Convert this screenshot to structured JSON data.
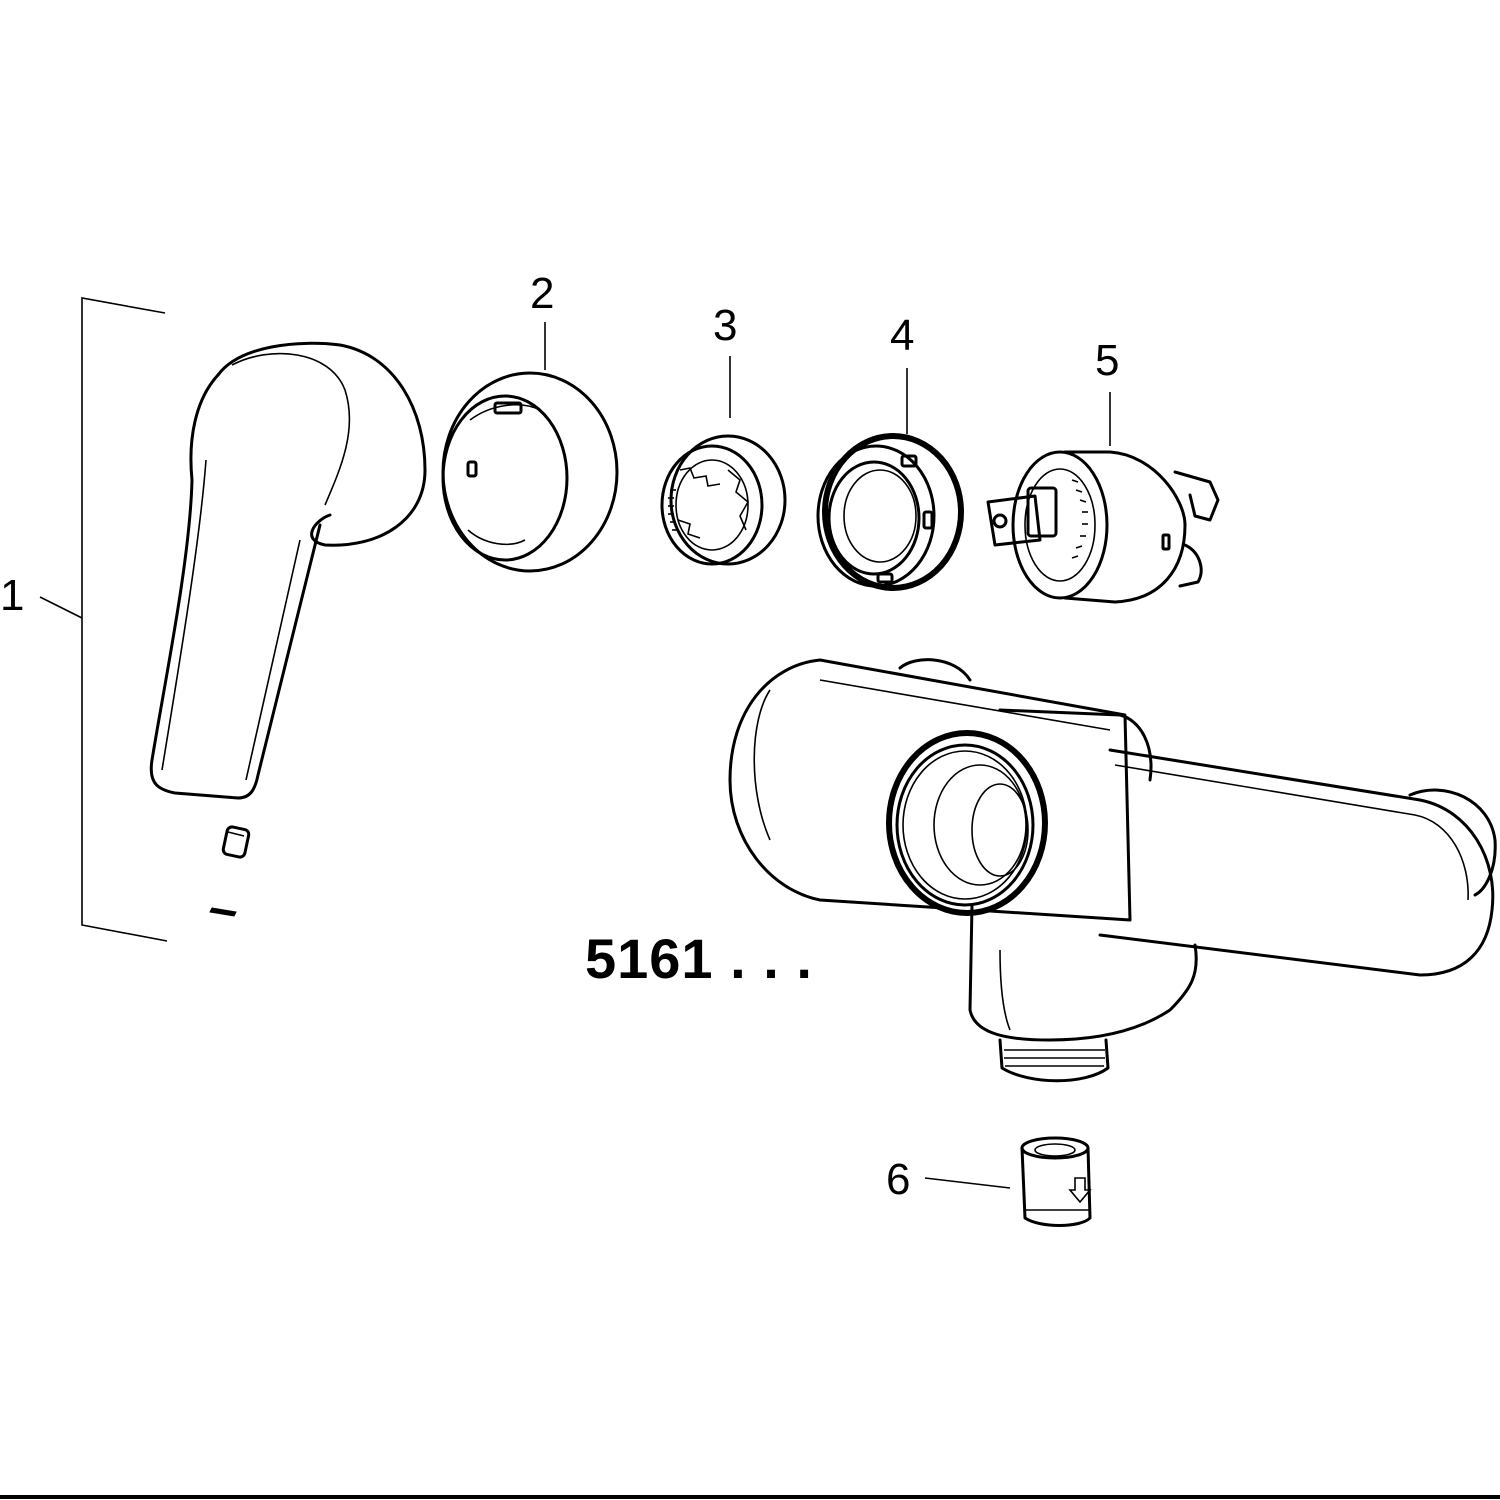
{
  "callouts": [
    "1",
    "2",
    "3",
    "4",
    "5",
    "6"
  ],
  "model_number": "5161 . . .",
  "parts": [
    {
      "callout": "1",
      "icon": "lever-handle-icon"
    },
    {
      "callout": "2",
      "icon": "escutcheon-rosette-icon"
    },
    {
      "callout": "3",
      "icon": "adapter-ring-icon"
    },
    {
      "callout": "4",
      "icon": "threaded-nut-ring-icon"
    },
    {
      "callout": "5",
      "icon": "mixer-cartridge-icon"
    },
    {
      "callout": "6",
      "icon": "check-valve-insert-icon"
    }
  ],
  "body_icon": "mixer-body-icon",
  "line_color": "#000000",
  "background": "#ffffff"
}
